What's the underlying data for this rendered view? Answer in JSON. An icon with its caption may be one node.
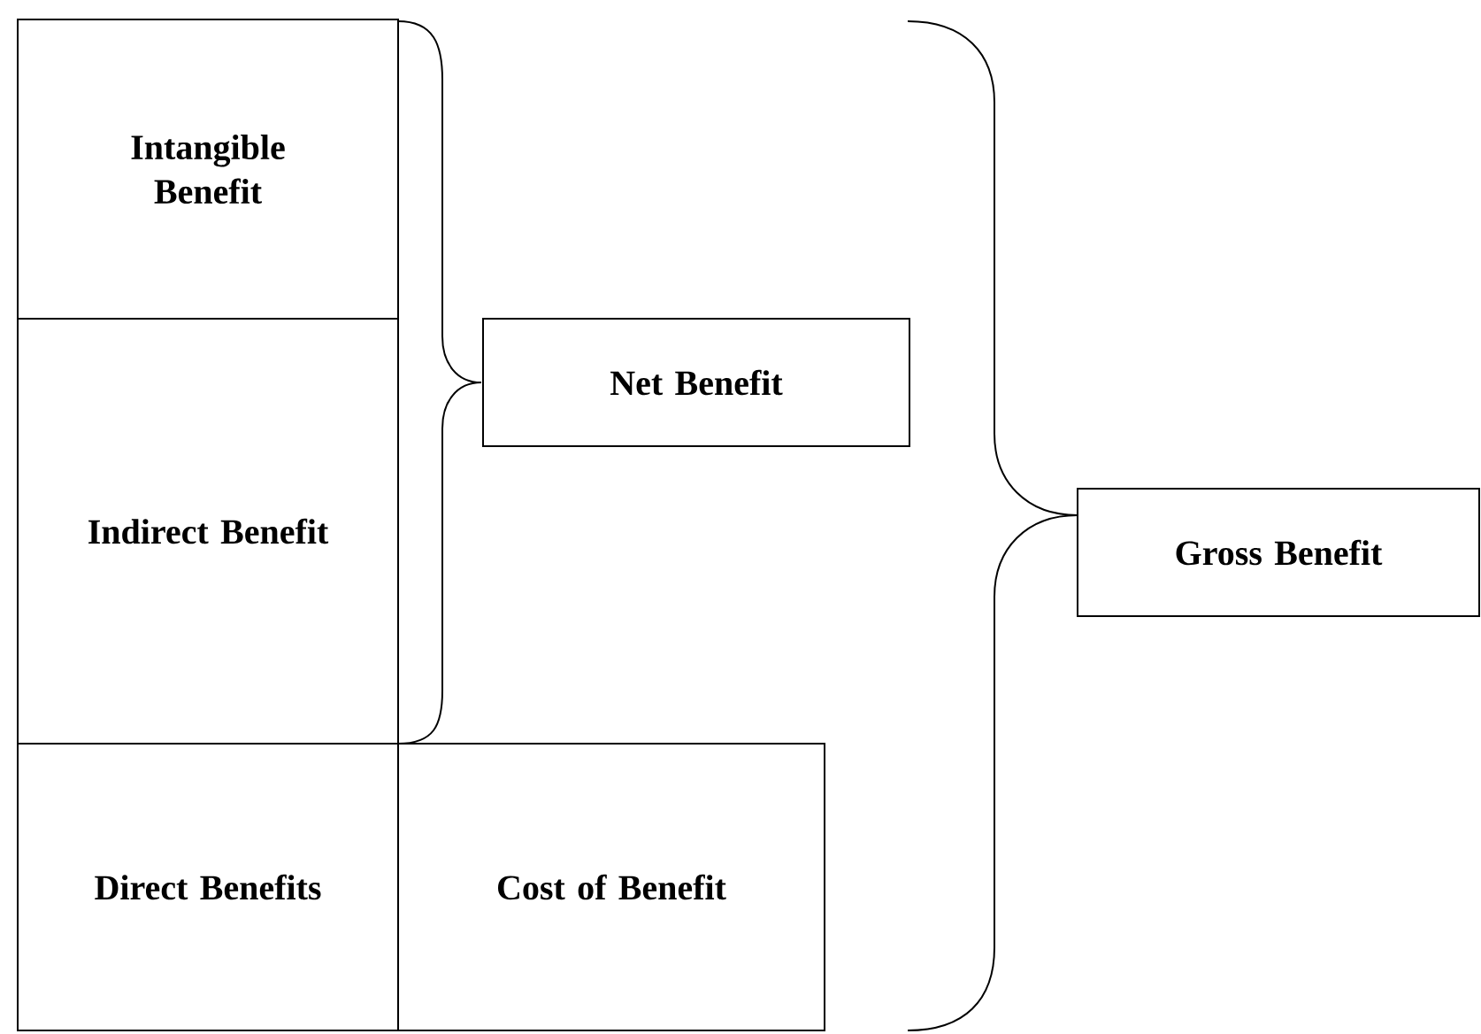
{
  "diagram": {
    "nodes": [
      {
        "text": [
          "Intangible Benefit"
        ]
      },
      {
        "text": [
          "Indirect Benefit"
        ]
      },
      {
        "text": [
          "Net Benefit"
        ]
      },
      {
        "text": [
          "Gross Benefit"
        ]
      },
      {
        "text": [
          "Direct Benefits"
        ]
      },
      {
        "text": [
          "Cost of Benefit"
        ]
      }
    ]
  }
}
